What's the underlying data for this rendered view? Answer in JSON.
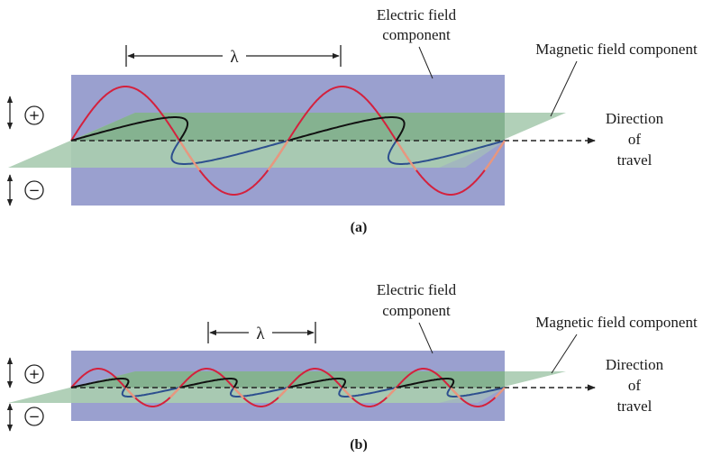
{
  "panels": [
    {
      "id": "a",
      "caption": "(a)",
      "wavelength_symbol": "λ",
      "wave_cycles": 2,
      "electric_label": [
        "Electric field",
        "component"
      ],
      "magnetic_label": "Magnetic field component",
      "direction_label": [
        "Direction",
        "of",
        "travel"
      ],
      "positive_symbol": "+",
      "negative_symbol": "−"
    },
    {
      "id": "b",
      "caption": "(b)",
      "wavelength_symbol": "λ",
      "wave_cycles": 4,
      "electric_label": [
        "Electric field",
        "component"
      ],
      "magnetic_label": "Magnetic field component",
      "direction_label": [
        "Direction",
        "of",
        "travel"
      ],
      "positive_symbol": "+",
      "negative_symbol": "−"
    }
  ],
  "colors": {
    "electric_plane": "#9aa0cf",
    "magnetic_plane": "#a9cbb0",
    "overlap_plane": "#7fae8a",
    "electric_wave": "#d4213d",
    "electric_wave_behind": "#e8977f",
    "magnetic_wave_front": "#111111",
    "magnetic_wave_back": "#2d4f8e",
    "axis": "#222222"
  }
}
